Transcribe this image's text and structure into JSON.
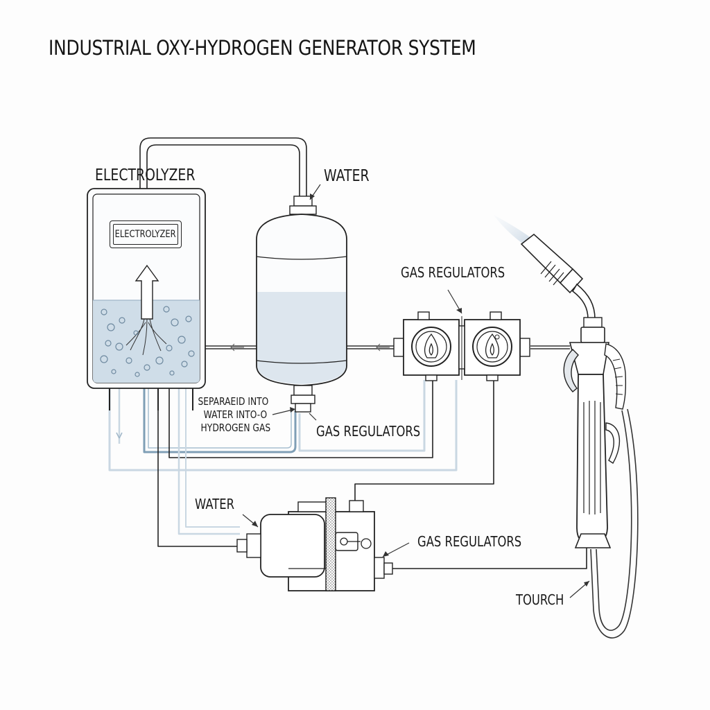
{
  "title": "INDUSTRIAL OXY-HYDROGEN GENERATOR SYSTEM",
  "labels": {
    "electrolyzer_heading": "ELECTROLYZER",
    "electrolyzer_plate": "ELECTROLYZER",
    "water_top": "WATER",
    "gas_regulators_top": "GAS REGULATORS",
    "separated_note": [
      "SEPARAEID INTO",
      "WATER INTO-O",
      "HYDROGEN GAS"
    ],
    "gas_regulators_mid": "GAS REGULATORS",
    "water_bottom": "WATER",
    "gas_regulators_bottom": "GAS REGULATORS",
    "torch": "TOURCH"
  },
  "colors": {
    "ink": "#222222",
    "water_fill": "#cfdde8",
    "pipe_light": "#c9d7e2",
    "pipe_blue": "#7f9fb6",
    "flame": "#c5d3e0"
  }
}
